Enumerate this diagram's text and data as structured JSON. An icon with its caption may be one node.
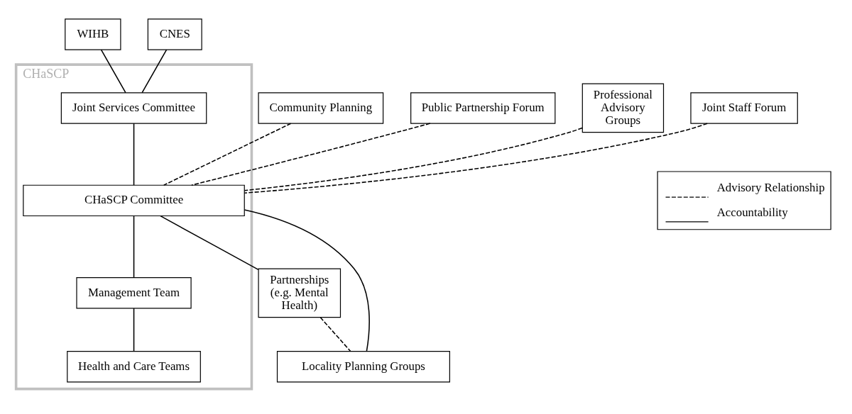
{
  "diagram": {
    "nodes": [
      {
        "text": [
          "WIHB"
        ]
      },
      {
        "text": [
          "CNES"
        ]
      },
      {
        "text": [
          "Community Planning"
        ]
      },
      {
        "text": [
          "CHaSCP"
        ]
      },
      {
        "text": [
          "Joint Services Committee"
        ],
        "in": 3
      },
      {
        "text": [
          "Public Partnership Forum"
        ]
      },
      {
        "text": [
          "Professional Advisory Groups"
        ]
      },
      {
        "text": [
          "CHaSCP Committee"
        ],
        "in": 3
      },
      {
        "text": [
          "Joint Staff Forum"
        ]
      },
      {
        "text": [
          "Partnerships (e.g. Mental Health)"
        ]
      },
      {
        "text": [
          "Management Team"
        ],
        "in": 3
      },
      {
        "text": [
          "Locality Planning Groups"
        ]
      },
      {
        "text": [
          "Health and Care Teams"
        ],
        "in": 3
      }
    ],
    "edges": [
      {
        "from": 0,
        "to": 4,
        "arrow": "none"
      },
      {
        "from": 1,
        "to": 4,
        "arrow": "none"
      },
      {
        "from": 2,
        "to": 7,
        "arrow": "none",
        "style": "dashed"
      },
      {
        "from": 5,
        "to": 7,
        "arrow": "none",
        "style": "dashed"
      },
      {
        "from": 6,
        "to": 7,
        "arrow": "none",
        "style": "dashed"
      },
      {
        "from": 4,
        "to": 7,
        "arrow": "none"
      },
      {
        "from": 8,
        "to": 7,
        "arrow": "none",
        "style": "dashed"
      },
      {
        "from": 7,
        "to": 9,
        "arrow": "none"
      },
      {
        "from": 7,
        "to": 10,
        "arrow": "none"
      },
      {
        "from": 7,
        "to": 11,
        "arrow": "none"
      },
      {
        "from": 9,
        "to": 11,
        "arrow": "none",
        "style": "dashed"
      },
      {
        "from": 10,
        "to": 12,
        "arrow": "none"
      }
    ],
    "legend": [
      {
        "text": "Advisory Relationship"
      },
      {
        "text": "Accountability"
      }
    ]
  }
}
